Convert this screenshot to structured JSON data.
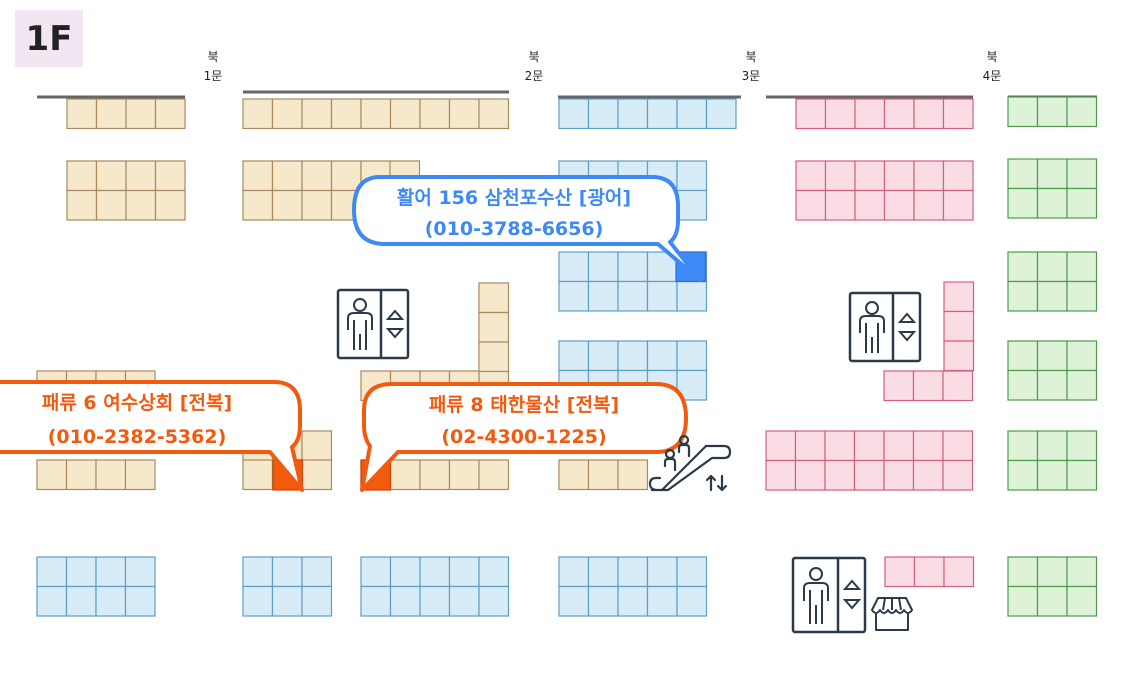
{
  "floor_label": "1F",
  "gates": [
    {
      "line1": "북",
      "line2": "1문"
    },
    {
      "line1": "북",
      "line2": "2문"
    },
    {
      "line1": "북",
      "line2": "3문"
    },
    {
      "line1": "북",
      "line2": "4문"
    }
  ],
  "callouts": [
    {
      "line1": "활어 156 삼천포수산 [광어]",
      "line2": "(010-3788-6656)",
      "color": "#3d8af7"
    },
    {
      "line1": "패류 6 여수상회 [전복]",
      "line2": "(010-2382-5362)",
      "color": "#f25a0f"
    },
    {
      "line1": "패류 8 태한물산 [전복]",
      "line2": "(02-4300-1225)",
      "color": "#f25a0f"
    }
  ],
  "icons": [
    "elevator-icon",
    "elevator-icon",
    "elevator-icon",
    "escalator-icon",
    "store-icon"
  ],
  "colors": {
    "beige": "#f6e8cb",
    "blue": "#d8ecf7",
    "pink": "#fadce4",
    "green": "#ddf2d6",
    "highlight_blue": "#3d8af7",
    "highlight_orange": "#f25a0f"
  }
}
